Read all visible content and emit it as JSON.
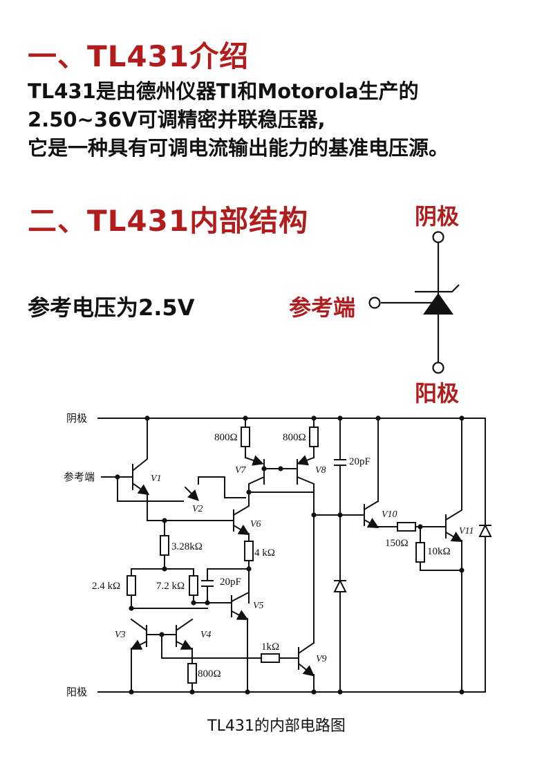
{
  "section1": {
    "title": "一、TL431介绍"
  },
  "intro": {
    "line1": "TL431是由德州仪器TI和Motorola生产的",
    "line2": "2.50~36V可调精密并联稳压器,",
    "line3": "它是一种具有可调电流输出能力的基准电压源。"
  },
  "section2": {
    "title": "二、TL431内部结构"
  },
  "reference_voltage_text": "参考电压为2.5V",
  "symbol": {
    "cathode": "阴极",
    "reference": "参考端",
    "anode": "阳极"
  },
  "circuit": {
    "cathode_label": "阴极",
    "reference_label": "参考端",
    "anode_label": "阳极",
    "components": {
      "r_800_a": "800Ω",
      "r_800_b": "800Ω",
      "r_328k": "3.28kΩ",
      "r_4k": "4 kΩ",
      "r_24k": "2.4 kΩ",
      "r_72k": "7.2 kΩ",
      "c_20pf_a": "20pF",
      "c_20pf_b": "20pF",
      "r_1k": "1kΩ",
      "r_800_c": "800Ω",
      "r_150": "150Ω",
      "r_10k": "10kΩ"
    },
    "transistors": {
      "v1": "V1",
      "v2": "V2",
      "v3": "V3",
      "v4": "V4",
      "v5": "V5",
      "v6": "V6",
      "v7": "V7",
      "v8": "V8",
      "v9": "V9",
      "v10": "V10",
      "v11": "V11"
    }
  },
  "caption": "TL431的内部电路图",
  "colors": {
    "accent": "#b11c1c",
    "text": "#111111",
    "line": "#111111"
  }
}
